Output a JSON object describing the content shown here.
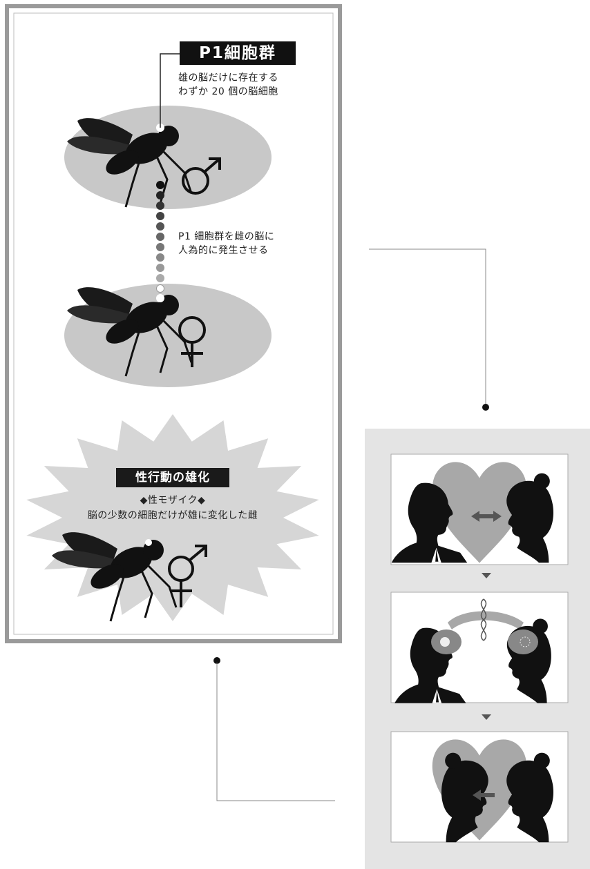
{
  "p1": {
    "title": "P1細胞群",
    "desc_line1": "雄の脳だけに存在する",
    "desc_line2": "わずか 20 個の脳細胞"
  },
  "induction": {
    "line1": "P1 細胞群を雌の脳に",
    "line2": "人為的に発生させる"
  },
  "result": {
    "title": "性行動の雄化",
    "sub_line1": "◆性モザイク◆",
    "sub_line2": "脳の少数の細胞だけが雄に変化した雌"
  },
  "symbols": {
    "male": "male-symbol",
    "female": "female-symbol",
    "mosaic": "mosaic-symbol"
  },
  "colors": {
    "ellipse": "#c8c8c8",
    "panel_bg": "#e4e4e4",
    "frame": "#9a9a9a",
    "silhouette": "#111111",
    "heart": "#a8a8a8"
  }
}
